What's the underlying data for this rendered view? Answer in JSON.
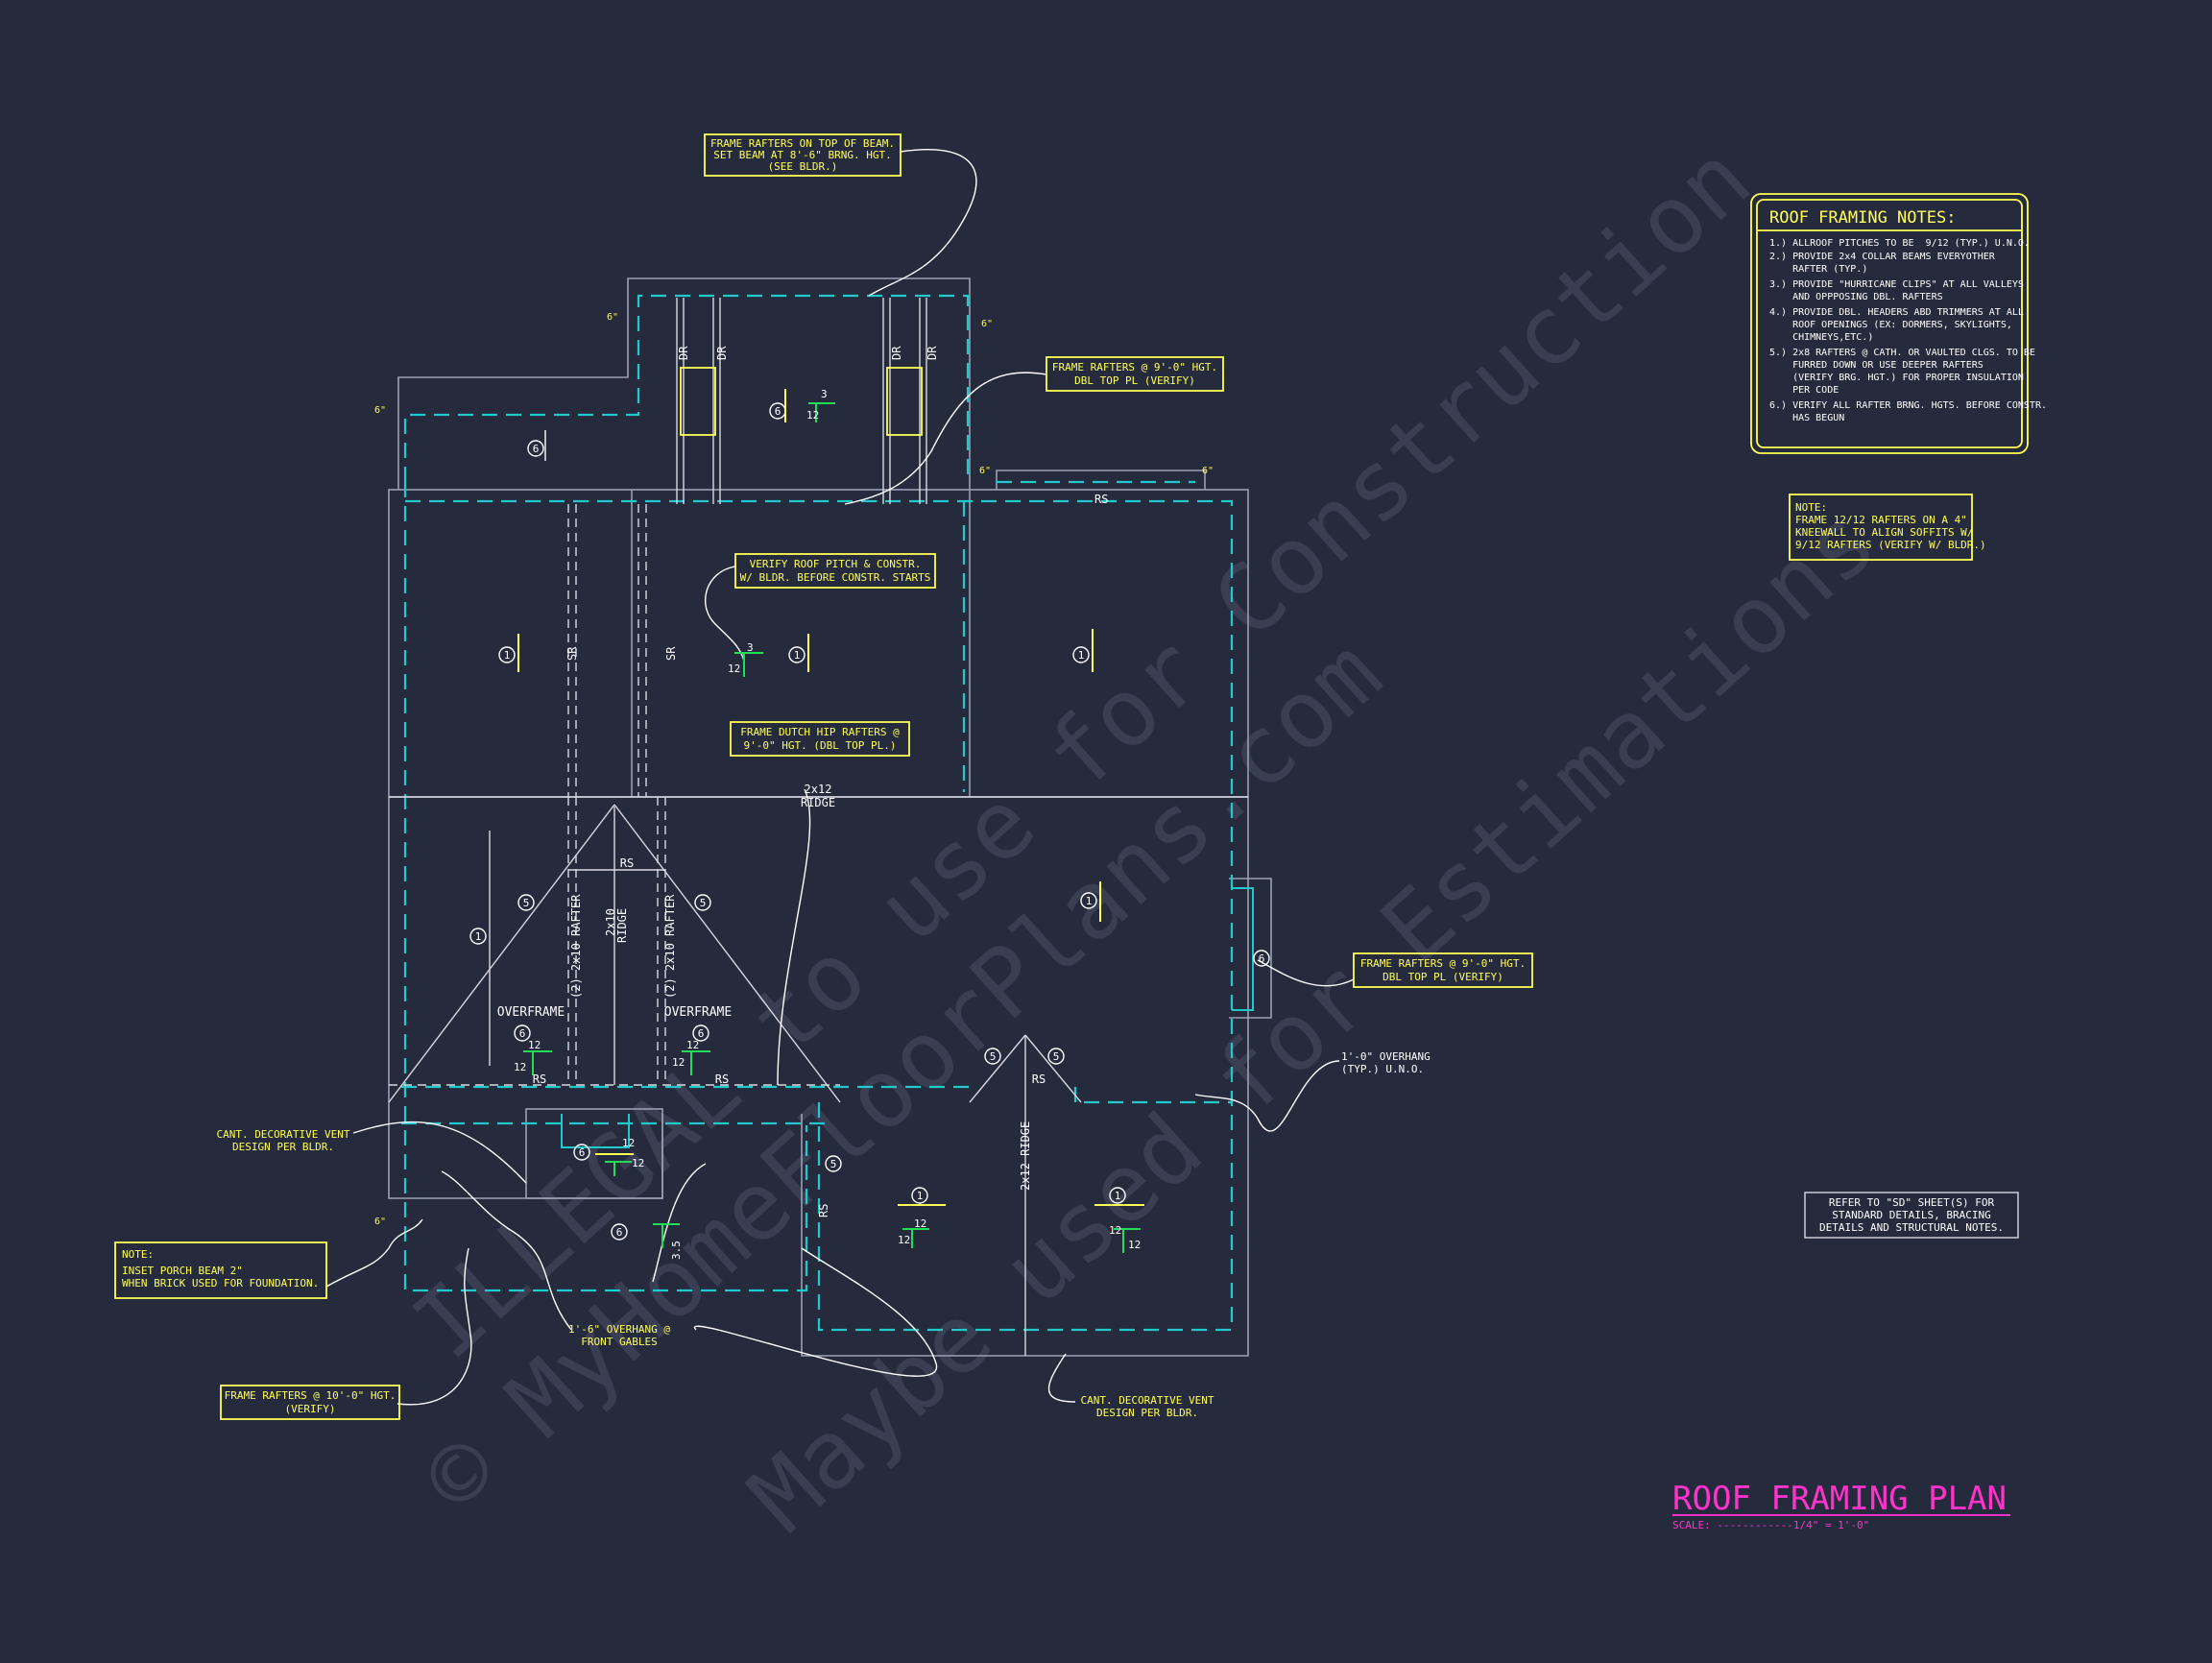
{
  "watermark": {
    "line1": "© MyHomeFloorPlans.com",
    "line2": "ILLEGAL to use for Construction",
    "line3": "Maybe used for Estimations"
  },
  "notes_panel": {
    "title": "ROOF FRAMING NOTES:",
    "lines": [
      "1.) ALLROOF PITCHES TO BE  9/12 (TYP.) U.N.O.",
      "2.) PROVIDE 2x4 COLLAR BEAMS EVERYOTHER",
      "    RAFTER (TYP.)",
      "3.) PROVIDE \"HURRICANE CLIPS\" AT ALL VALLEYS",
      "    AND OPPPOSING DBL. RAFTERS",
      "4.) PROVIDE DBL. HEADERS ABD TRIMMERS AT ALL",
      "    ROOF OPENINGS (EX: DORMERS, SKYLIGHTS,",
      "    CHIMNEYS,ETC.)",
      "5.) 2x8 RAFTERS @ CATH. OR VAULTED CLGS. TO BE",
      "    FURRED DOWN OR USE DEEPER RAFTERS",
      "    (VERIFY BRG. HGT.) FOR PROPER INSULATION",
      "    PER CODE",
      "6.) VERIFY ALL RAFTER BRNG. HGTS. BEFORE CONSTR.",
      "    HAS BEGUN"
    ]
  },
  "kneewall_note": {
    "lines": [
      "NOTE:",
      "FRAME 12/12 RAFTERS ON A 4\"",
      "KNEEWALL TO ALIGN SOFFITS W/",
      "9/12 RAFTERS (VERIFY W/ BLDR.)"
    ]
  },
  "callouts": {
    "beam": [
      "FRAME RAFTERS ON TOP OF BEAM.",
      "SET BEAM AT 8'-6\" BRNG. HGT.",
      "(SEE BLDR.)"
    ],
    "frame9_top": [
      "FRAME RAFTERS @ 9'-0\" HGT.",
      "DBL TOP PL (VERIFY)"
    ],
    "verify_pitch": [
      "VERIFY ROOF PITCH & CONSTR.",
      "W/ BLDR. BEFORE CONSTR. STARTS"
    ],
    "dutch_hip": [
      "FRAME DUTCH HIP RAFTERS @",
      "9'-0\" HGT. (DBL TOP PL.)"
    ],
    "frame9_right": [
      "FRAME RAFTERS @ 9'-0\" HGT.",
      "DBL TOP PL (VERIFY)"
    ],
    "overhang_typ": [
      "1'-0\" OVERHANG",
      "(TYP.) U.N.O."
    ],
    "cant_left": [
      "CANT. DECORATIVE VENT",
      "DESIGN PER BLDR."
    ],
    "cant_bottom": [
      "CANT. DECORATIVE VENT",
      "DESIGN PER BLDR."
    ],
    "inset_note": [
      "NOTE:",
      "INSET PORCH BEAM 2\"",
      "WHEN BRICK USED FOR FOUNDATION."
    ],
    "overhang_front": [
      "1'-6\" OVERHANG @",
      "FRONT GABLES"
    ],
    "frame10": [
      "FRAME RAFTERS @ 10'-0\" HGT.",
      "(VERIFY)"
    ]
  },
  "refer_note": [
    "REFER TO \"SD\"  SHEET(S) FOR",
    "STANDARD DETAILS, BRACING",
    "DETAILS AND STRUCTURAL NOTES."
  ],
  "plan_labels": {
    "rs": "RS",
    "sr": "SR",
    "dr": "DR",
    "ridge_2x12": "2x12",
    "ridge": "RIDGE",
    "ridge_2x12_vertical": "2x12 RIDGE",
    "ridge_2x10": "2x10",
    "rafter_left": "(2) 2x10 RAFTER",
    "rafter_right": "(2) 2x10 RAFTER",
    "overframe": "OVERFRAME",
    "twelve": "12",
    "three": "3",
    "three_five": "3.5",
    "six_inch": "6\""
  },
  "pitch_tags": {
    "p1": "1",
    "p5": "5",
    "p6": "6"
  },
  "title": {
    "main": "ROOF FRAMING PLAN",
    "scale": "SCALE: ------------1/4\" = 1'-0\""
  },
  "colors": {
    "background": "#262a3d",
    "annotation": "#ffff55",
    "framing": "#22c9cc",
    "walls": "#9aa0b4",
    "title": "#ff33cc"
  }
}
